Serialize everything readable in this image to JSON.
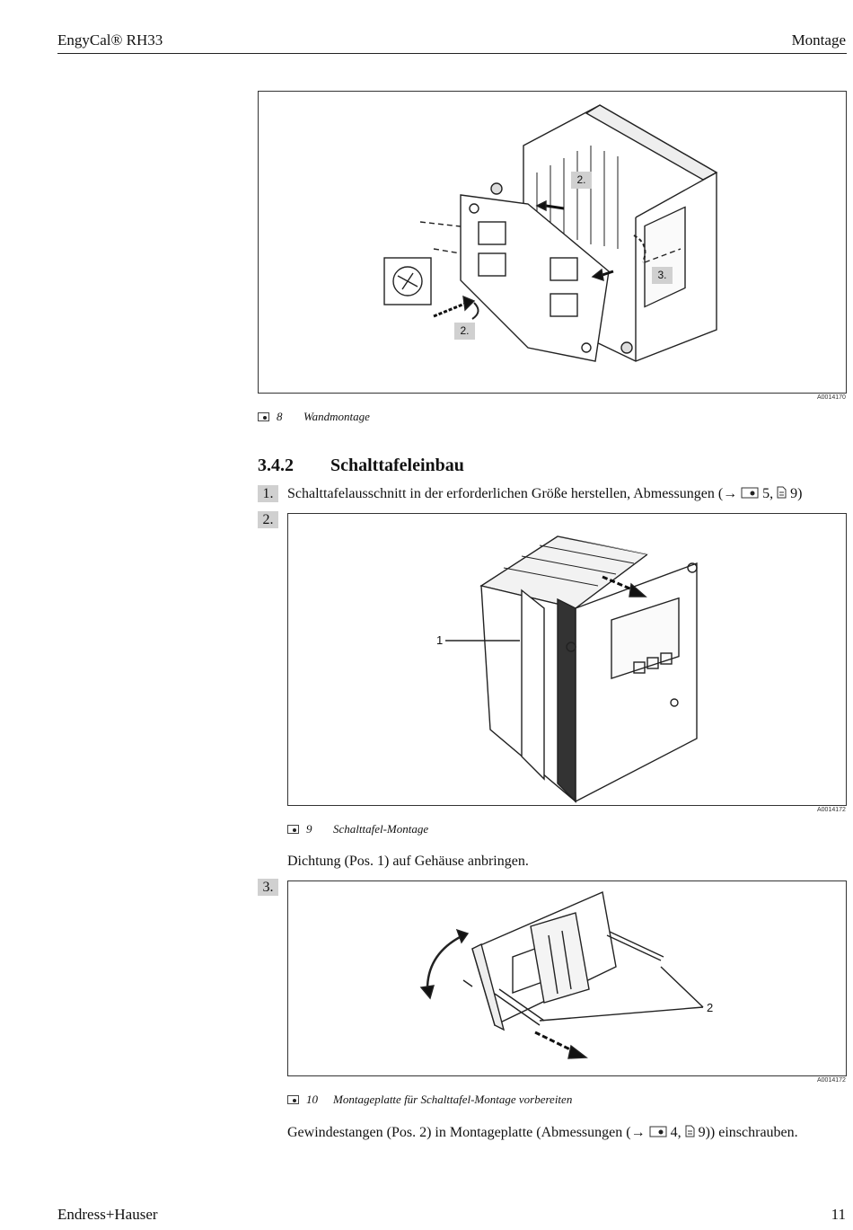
{
  "header": {
    "product": "EngyCal® RH33",
    "section": "Montage"
  },
  "figures": [
    {
      "number": "8",
      "caption": "Wandmontage",
      "code": "A0014170",
      "callouts": [
        "2.",
        "3.",
        "2."
      ]
    },
    {
      "number": "9",
      "caption": "Schalttafel-Montage",
      "code": "A0014172",
      "callouts": [
        "1"
      ]
    },
    {
      "number": "10",
      "caption": "Montageplatte für Schalttafel-Montage vorbereiten",
      "code": "A0014172",
      "callouts": [
        "2"
      ]
    }
  ],
  "section": {
    "number": "3.4.2",
    "title": "Schalttafeleinbau"
  },
  "steps": [
    {
      "label": "1.",
      "text_before": "Schalttafelausschnitt in der erforderlichen Größe herstellen, Abmessungen (→ ",
      "fig_ref": "5",
      "page_ref": "9",
      "text_after": ")"
    },
    {
      "label": "2.",
      "text": "Dichtung (Pos. 1) auf Gehäuse anbringen."
    },
    {
      "label": "3.",
      "text_before": "Gewindestangen (Pos. 2) in Montageplatte (Abmessungen (→ ",
      "fig_ref": "4",
      "page_ref": "9",
      "text_after": ")) einschrauben."
    }
  ],
  "footer": {
    "company": "Endress+Hauser",
    "page": "11"
  }
}
